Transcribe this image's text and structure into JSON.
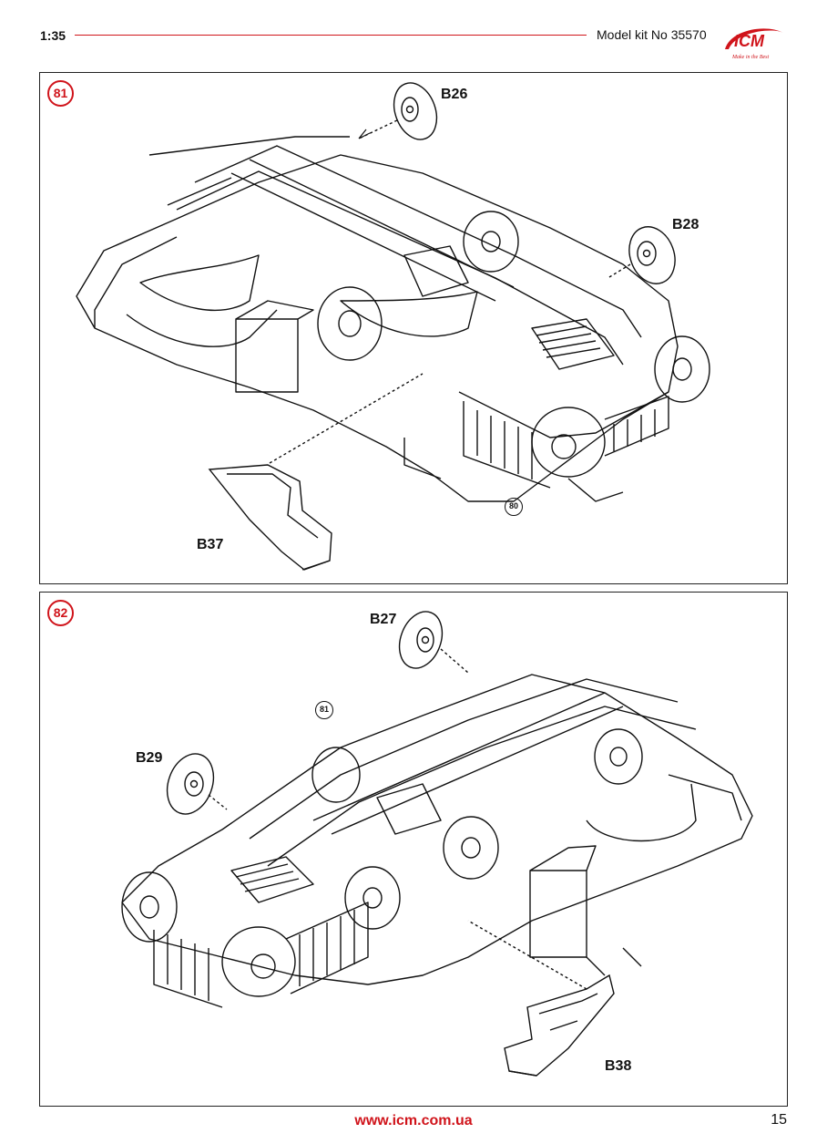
{
  "header": {
    "scale": "1:35",
    "model_kit": "Model kit No 35570",
    "logo_text": "ICM",
    "logo_tagline": "Make in the Best"
  },
  "steps": [
    {
      "number": "81",
      "parts": [
        "B26",
        "B28",
        "B37"
      ],
      "reference_step": "80"
    },
    {
      "number": "82",
      "parts": [
        "B27",
        "B29",
        "B38"
      ],
      "reference_step": "81"
    }
  ],
  "footer": {
    "url": "www.icm.com.ua",
    "page_number": "15"
  },
  "colors": {
    "accent": "#d0141b",
    "line": "#111111"
  }
}
